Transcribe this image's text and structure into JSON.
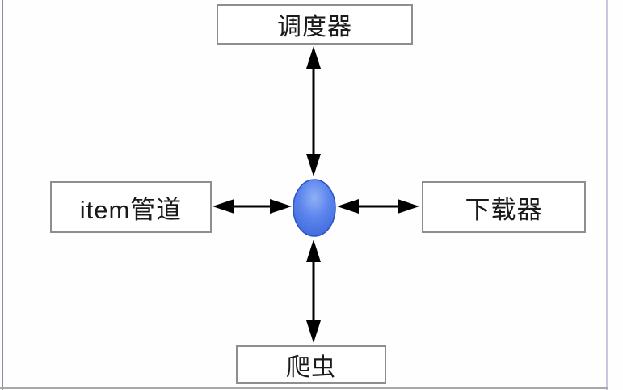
{
  "diagram": {
    "nodes": [
      {
        "id": "scheduler",
        "label": "调度器",
        "shape": "rect",
        "position": "top"
      },
      {
        "id": "item-pipeline",
        "label": "item管道",
        "shape": "rect",
        "position": "left"
      },
      {
        "id": "downloader",
        "label": "下载器",
        "shape": "rect",
        "position": "right"
      },
      {
        "id": "spider",
        "label": "爬虫",
        "shape": "rect",
        "position": "bottom"
      },
      {
        "id": "engine",
        "label": "",
        "shape": "ellipse",
        "position": "center"
      }
    ],
    "edges": [
      {
        "from": "engine",
        "to": "scheduler",
        "type": "double-headed-arrow"
      },
      {
        "from": "engine",
        "to": "item-pipeline",
        "type": "double-headed-arrow"
      },
      {
        "from": "engine",
        "to": "downloader",
        "type": "double-headed-arrow"
      },
      {
        "from": "engine",
        "to": "spider",
        "type": "double-headed-arrow"
      }
    ],
    "colors": {
      "box_border": "#8e8e8e",
      "arrow": "#000000",
      "engine_fill_light": "#8fb0f4",
      "engine_fill_mid": "#5b84ee",
      "engine_fill_dark": "#3a65d6",
      "engine_border": "#2c54be",
      "page_left_border": "#8f8a9e",
      "page_right_border": "#cbc7e2",
      "page_bottom_border": "#a8a8a8"
    }
  }
}
